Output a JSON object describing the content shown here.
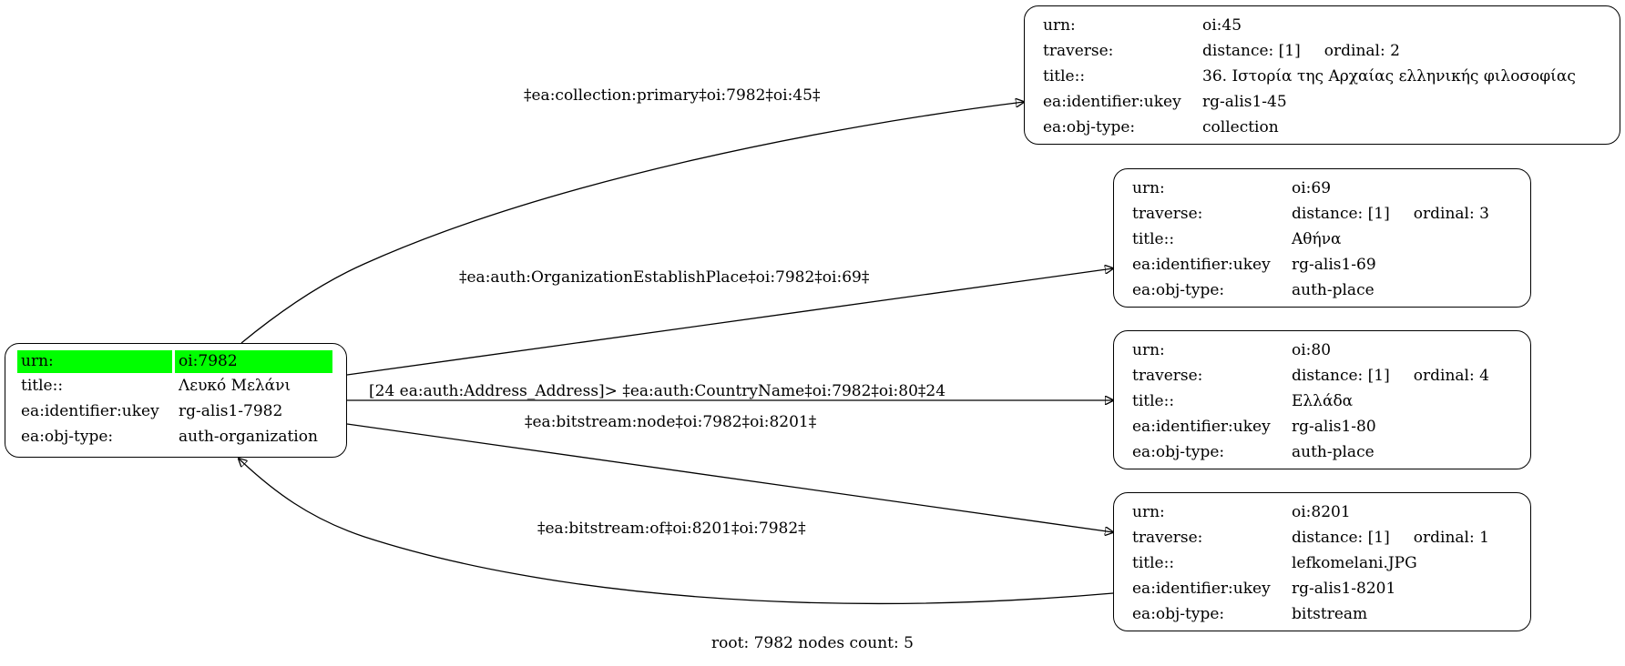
{
  "nodes": {
    "root": {
      "rows": [
        {
          "key": "urn:",
          "value": "oi:7982"
        },
        {
          "key": "title::",
          "value": "Λευκό Μελάνι"
        },
        {
          "key": "ea:identifier:ukey",
          "value": "rg-alis1-7982"
        },
        {
          "key": "ea:obj-type:",
          "value": "auth-organization"
        }
      ]
    },
    "n45": {
      "urn": "oi:45",
      "distance": "distance: [1]",
      "ordinal": "ordinal: 2",
      "title": "36. Ιστορία της Αρχαίας ελληνικής φιλοσοφίας",
      "ukey": "rg-alis1-45",
      "obj_type": "collection"
    },
    "n69": {
      "urn": "oi:69",
      "distance": "distance: [1]",
      "ordinal": "ordinal: 3",
      "title": "Αθήνα",
      "ukey": "rg-alis1-69",
      "obj_type": "auth-place"
    },
    "n80": {
      "urn": "oi:80",
      "distance": "distance: [1]",
      "ordinal": "ordinal: 4",
      "title": "Ελλάδα",
      "ukey": "rg-alis1-80",
      "obj_type": "auth-place"
    },
    "n8201": {
      "urn": "oi:8201",
      "distance": "distance: [1]",
      "ordinal": "ordinal: 1",
      "title": "lefkomelani.JPG",
      "ukey": "rg-alis1-8201",
      "obj_type": "bitstream"
    }
  },
  "keys": {
    "urn": "urn:",
    "traverse": "traverse:",
    "title": "title::",
    "ukey": "ea:identifier:ukey",
    "obj_type": "ea:obj-type:"
  },
  "edges": {
    "to45": "‡ea:collection:primary‡oi:7982‡oi:45‡",
    "to69": "‡ea:auth:OrganizationEstablishPlace‡oi:7982‡oi:69‡",
    "to80": "[24 ea:auth:Address_Address]> ‡ea:auth:CountryName‡oi:7982‡oi:80‡24",
    "to8201": "‡ea:bitstream:node‡oi:7982‡oi:8201‡",
    "from8201": "‡ea:bitstream:of‡oi:8201‡oi:7982‡"
  },
  "footer": "root: 7982 nodes count: 5"
}
